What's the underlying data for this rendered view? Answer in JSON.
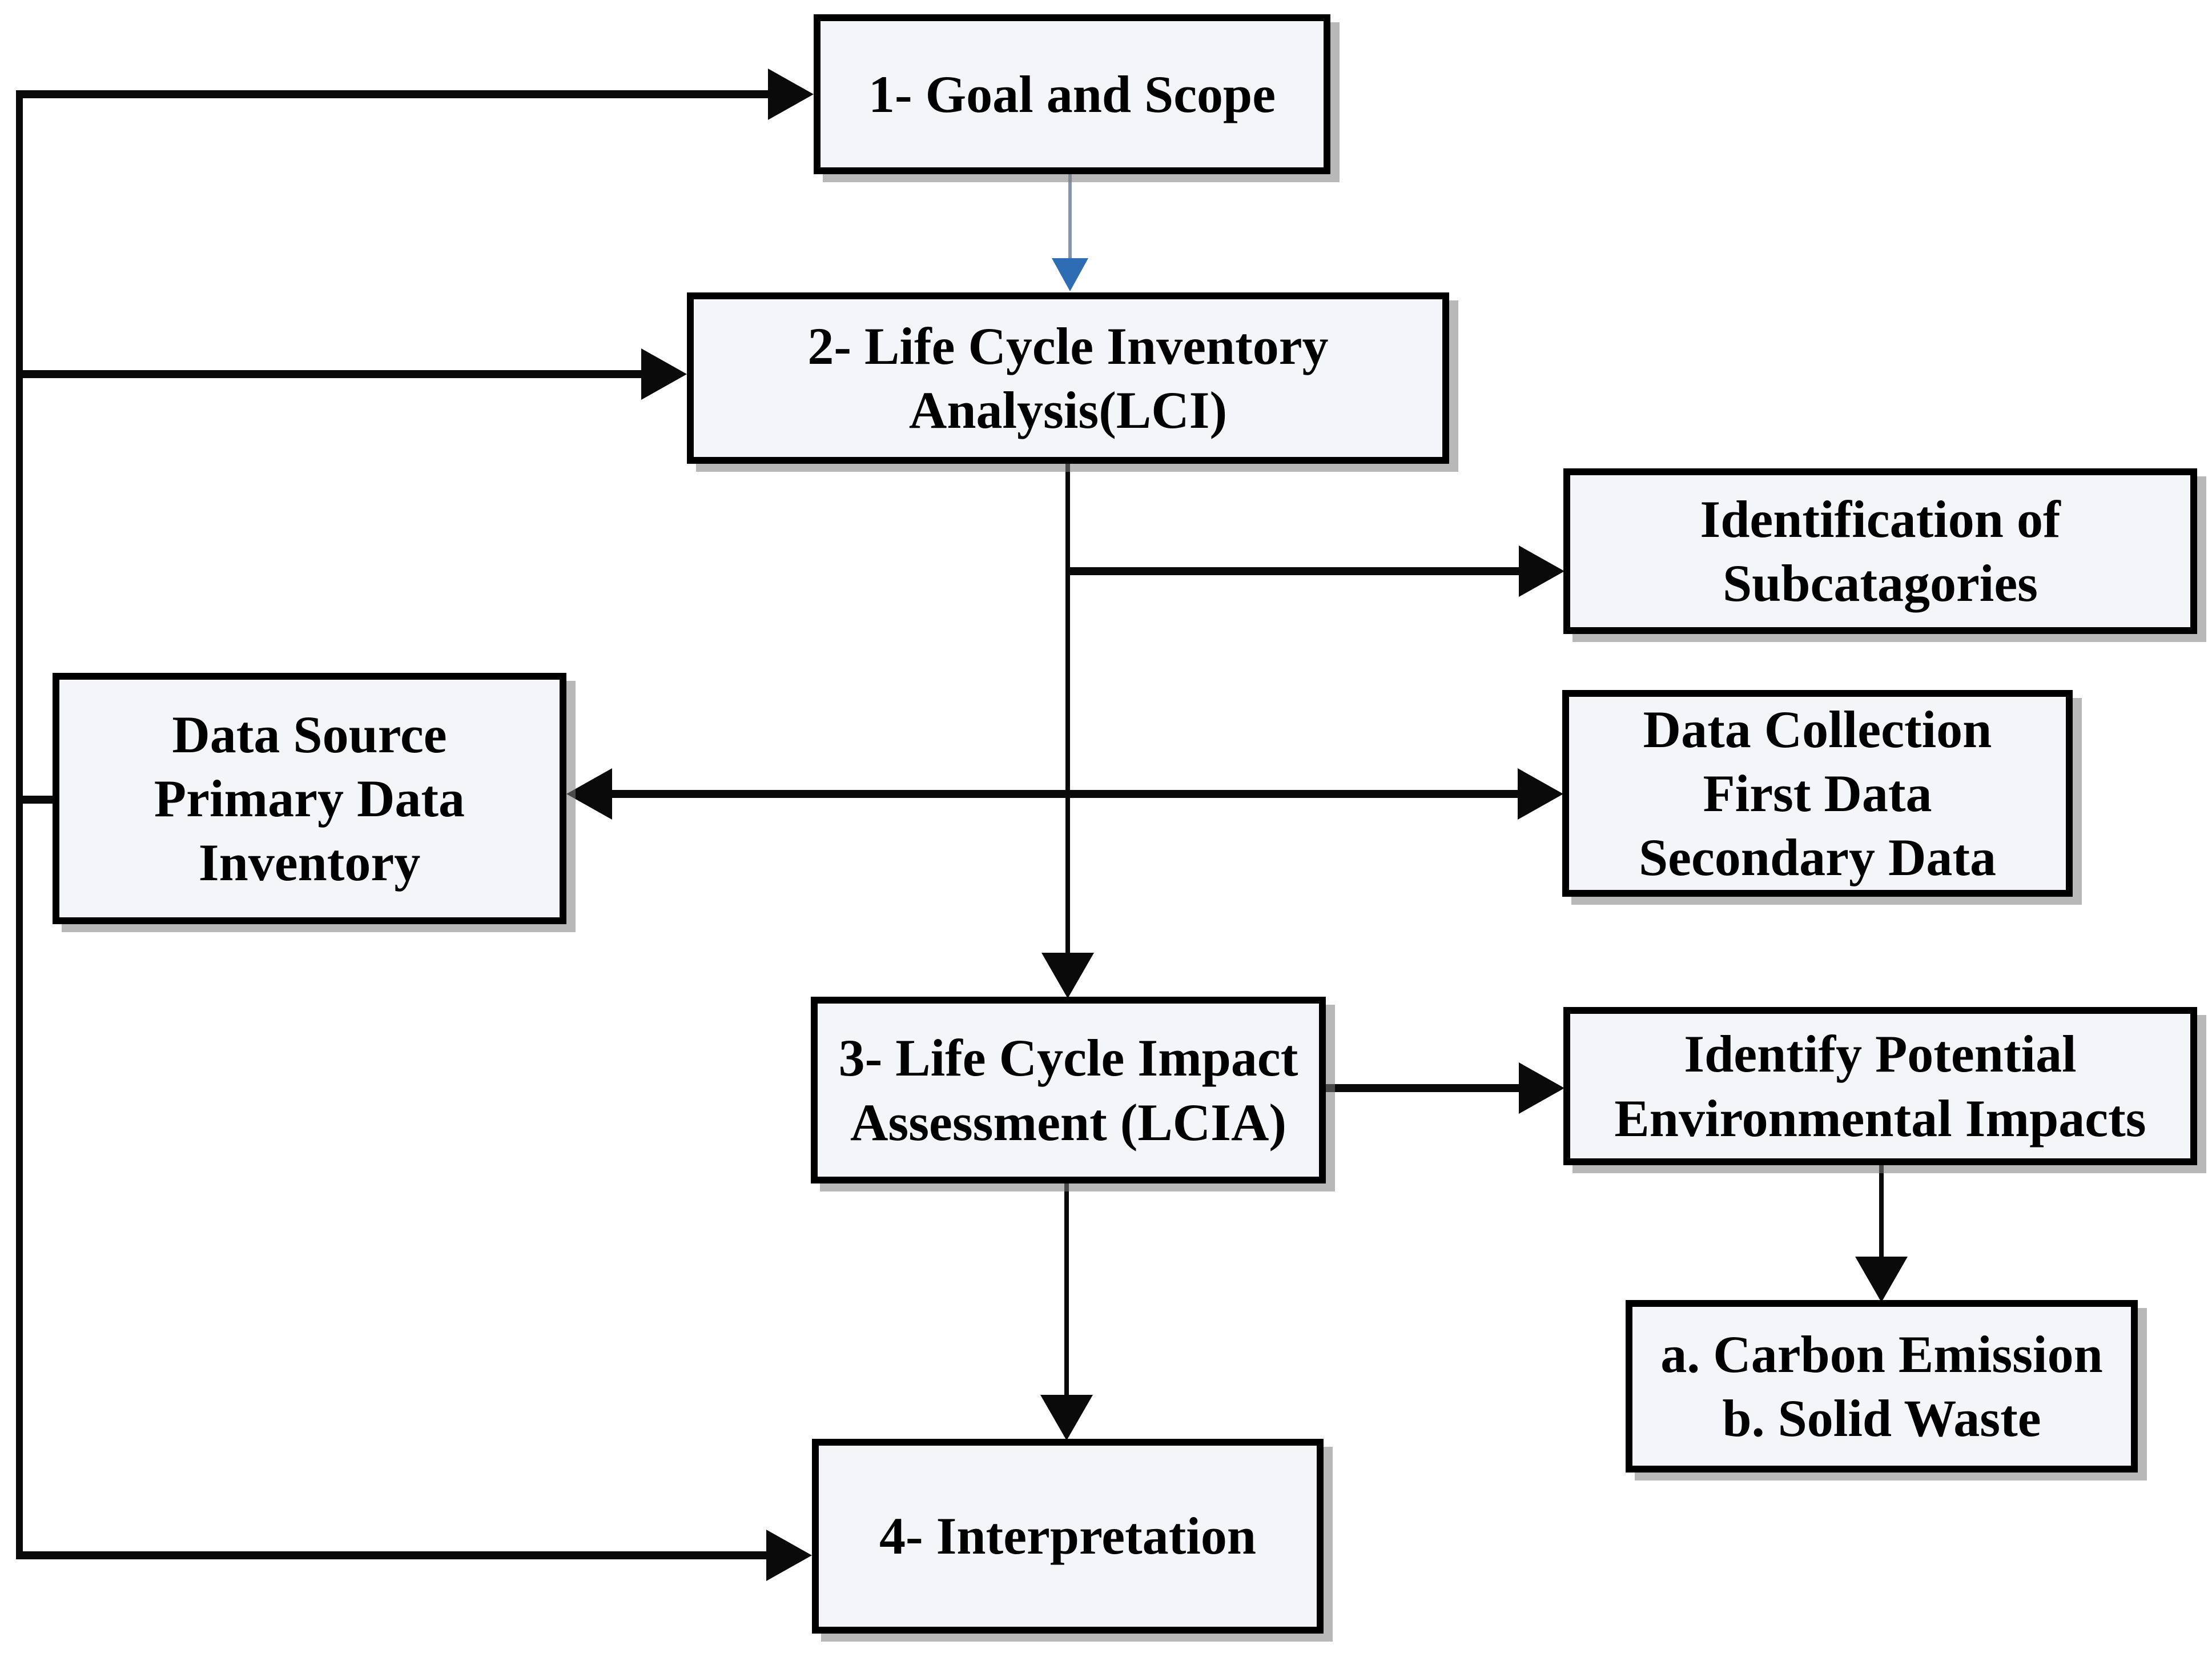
{
  "diagram": {
    "type": "flowchart",
    "boxes": {
      "goal_scope": "1- Goal and Scope",
      "lci": "2- Life Cycle Inventory\nAnalysis(LCI)",
      "subcategories": "Identification of\nSubcatagories",
      "data_source": "Data Source\nPrimary Data\nInventory",
      "data_collection": "Data Collection\nFirst Data\nSecondary Data",
      "lcia": "3- Life Cycle Impact\nAssessment (LCIA)",
      "identify_impacts": "Identify Potential\nEnvironmental Impacts",
      "impact_outputs": "a. Carbon Emission\nb. Solid Waste",
      "interpretation": "4- Interpretation"
    },
    "colors": {
      "background": "#ffffff",
      "box_fill": "#f4f5f9",
      "box_border": "#000000",
      "line": "#0a0a0a",
      "flow_arrow_line": "#8596ab",
      "flow_arrow_head": "#2e6db4",
      "text": "#000000"
    }
  }
}
